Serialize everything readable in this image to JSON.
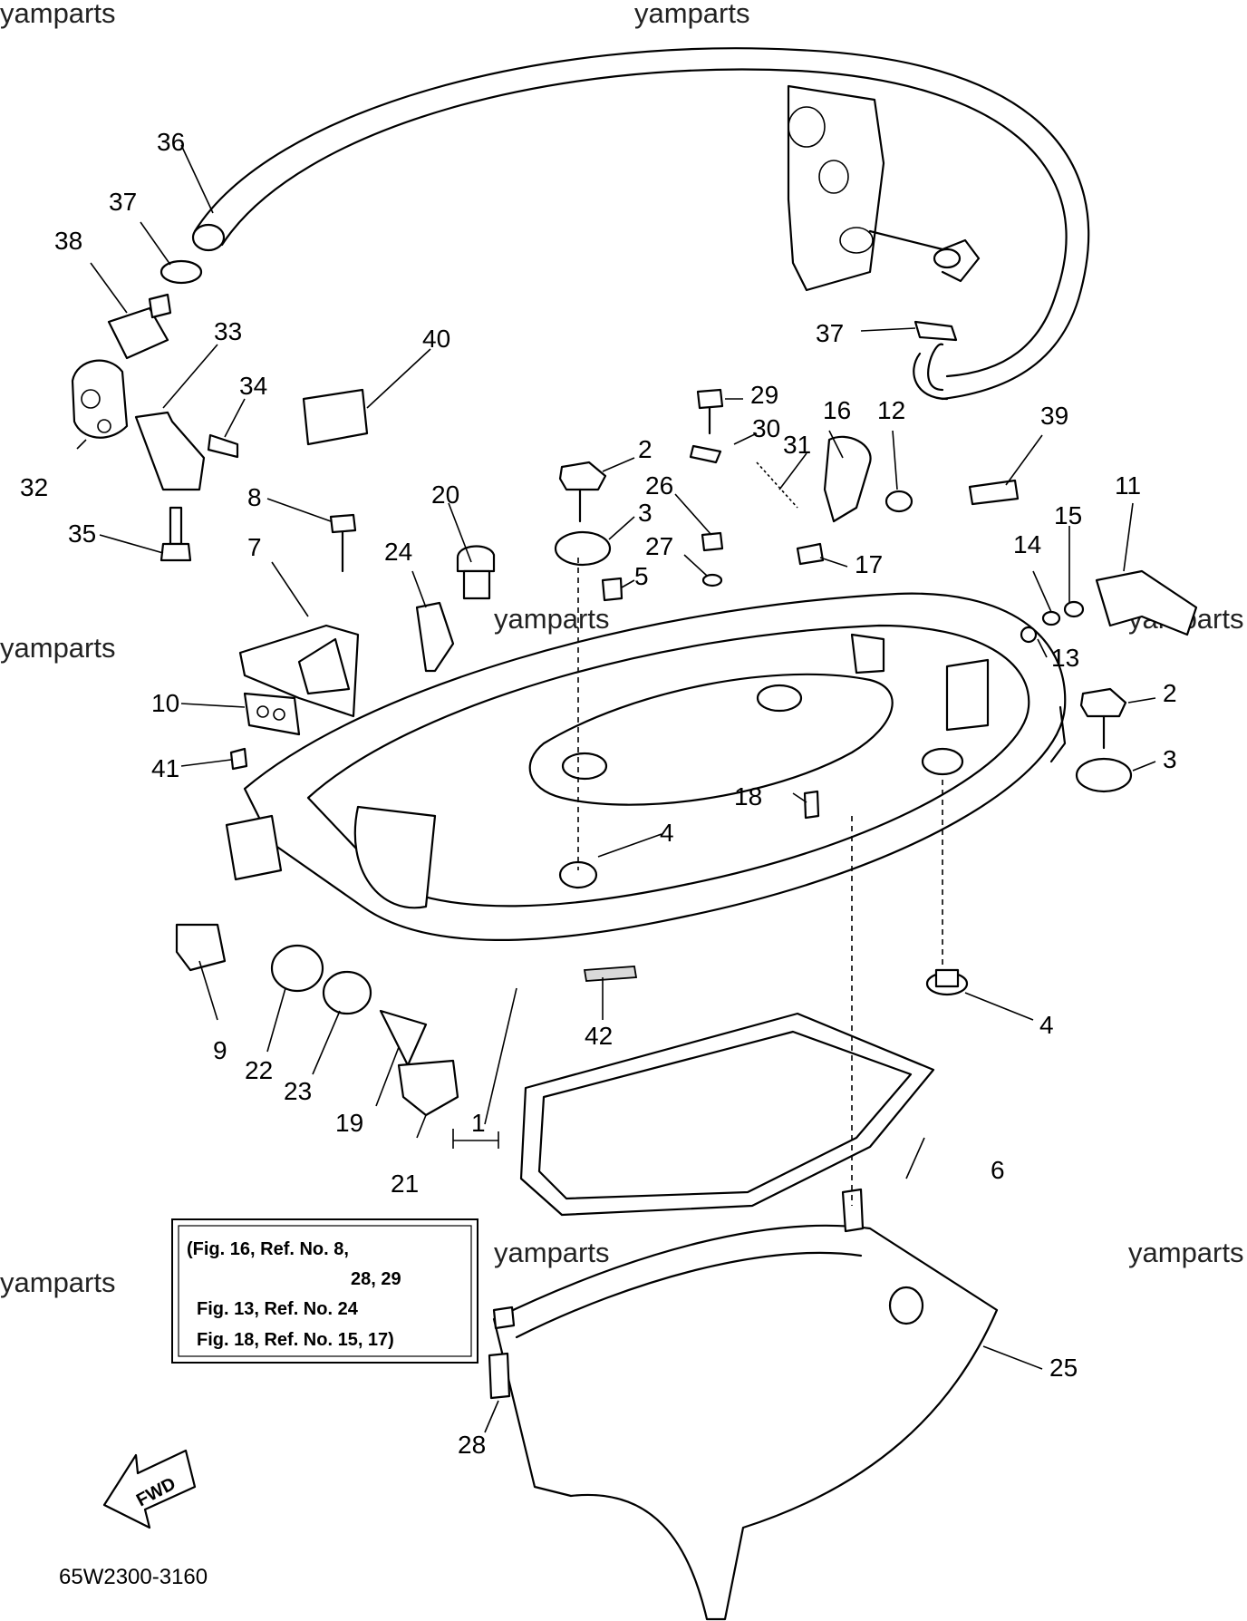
{
  "watermark": "yamparts",
  "diagram_code": "65W2300-3160",
  "fwd_label": "FWD",
  "note_lines": [
    "(Fig. 16, Ref. No. 8,",
    "28, 29",
    "Fig. 13, Ref. No. 24",
    "Fig. 18, Ref. No. 15, 17)"
  ],
  "callouts": [
    {
      "id": "c36",
      "text": "36"
    },
    {
      "id": "c37a",
      "text": "37"
    },
    {
      "id": "c38",
      "text": "38"
    },
    {
      "id": "c33",
      "text": "33"
    },
    {
      "id": "c40",
      "text": "40"
    },
    {
      "id": "c34",
      "text": "34"
    },
    {
      "id": "c32",
      "text": "32"
    },
    {
      "id": "c35",
      "text": "35"
    },
    {
      "id": "c8",
      "text": "8"
    },
    {
      "id": "c7",
      "text": "7"
    },
    {
      "id": "c24",
      "text": "24"
    },
    {
      "id": "c20",
      "text": "20"
    },
    {
      "id": "c10",
      "text": "10"
    },
    {
      "id": "c41",
      "text": "41"
    },
    {
      "id": "c9",
      "text": "9"
    },
    {
      "id": "c22",
      "text": "22"
    },
    {
      "id": "c23",
      "text": "23"
    },
    {
      "id": "c19",
      "text": "19"
    },
    {
      "id": "c21",
      "text": "21"
    },
    {
      "id": "c1",
      "text": "1"
    },
    {
      "id": "c42",
      "text": "42"
    },
    {
      "id": "c37b",
      "text": "37"
    },
    {
      "id": "c29",
      "text": "29"
    },
    {
      "id": "c30",
      "text": "30"
    },
    {
      "id": "c31",
      "text": "31"
    },
    {
      "id": "c16",
      "text": "16"
    },
    {
      "id": "c12",
      "text": "12"
    },
    {
      "id": "c39",
      "text": "39"
    },
    {
      "id": "c2a",
      "text": "2"
    },
    {
      "id": "c3a",
      "text": "3"
    },
    {
      "id": "c26",
      "text": "26"
    },
    {
      "id": "c27",
      "text": "27"
    },
    {
      "id": "c5",
      "text": "5"
    },
    {
      "id": "c17",
      "text": "17"
    },
    {
      "id": "c11",
      "text": "11"
    },
    {
      "id": "c15",
      "text": "15"
    },
    {
      "id": "c14",
      "text": "14"
    },
    {
      "id": "c13",
      "text": "13"
    },
    {
      "id": "c2b",
      "text": "2"
    },
    {
      "id": "c3b",
      "text": "3"
    },
    {
      "id": "c18",
      "text": "18"
    },
    {
      "id": "c4a",
      "text": "4"
    },
    {
      "id": "c4b",
      "text": "4"
    },
    {
      "id": "c6",
      "text": "6"
    },
    {
      "id": "c25",
      "text": "25"
    },
    {
      "id": "c28",
      "text": "28"
    }
  ]
}
